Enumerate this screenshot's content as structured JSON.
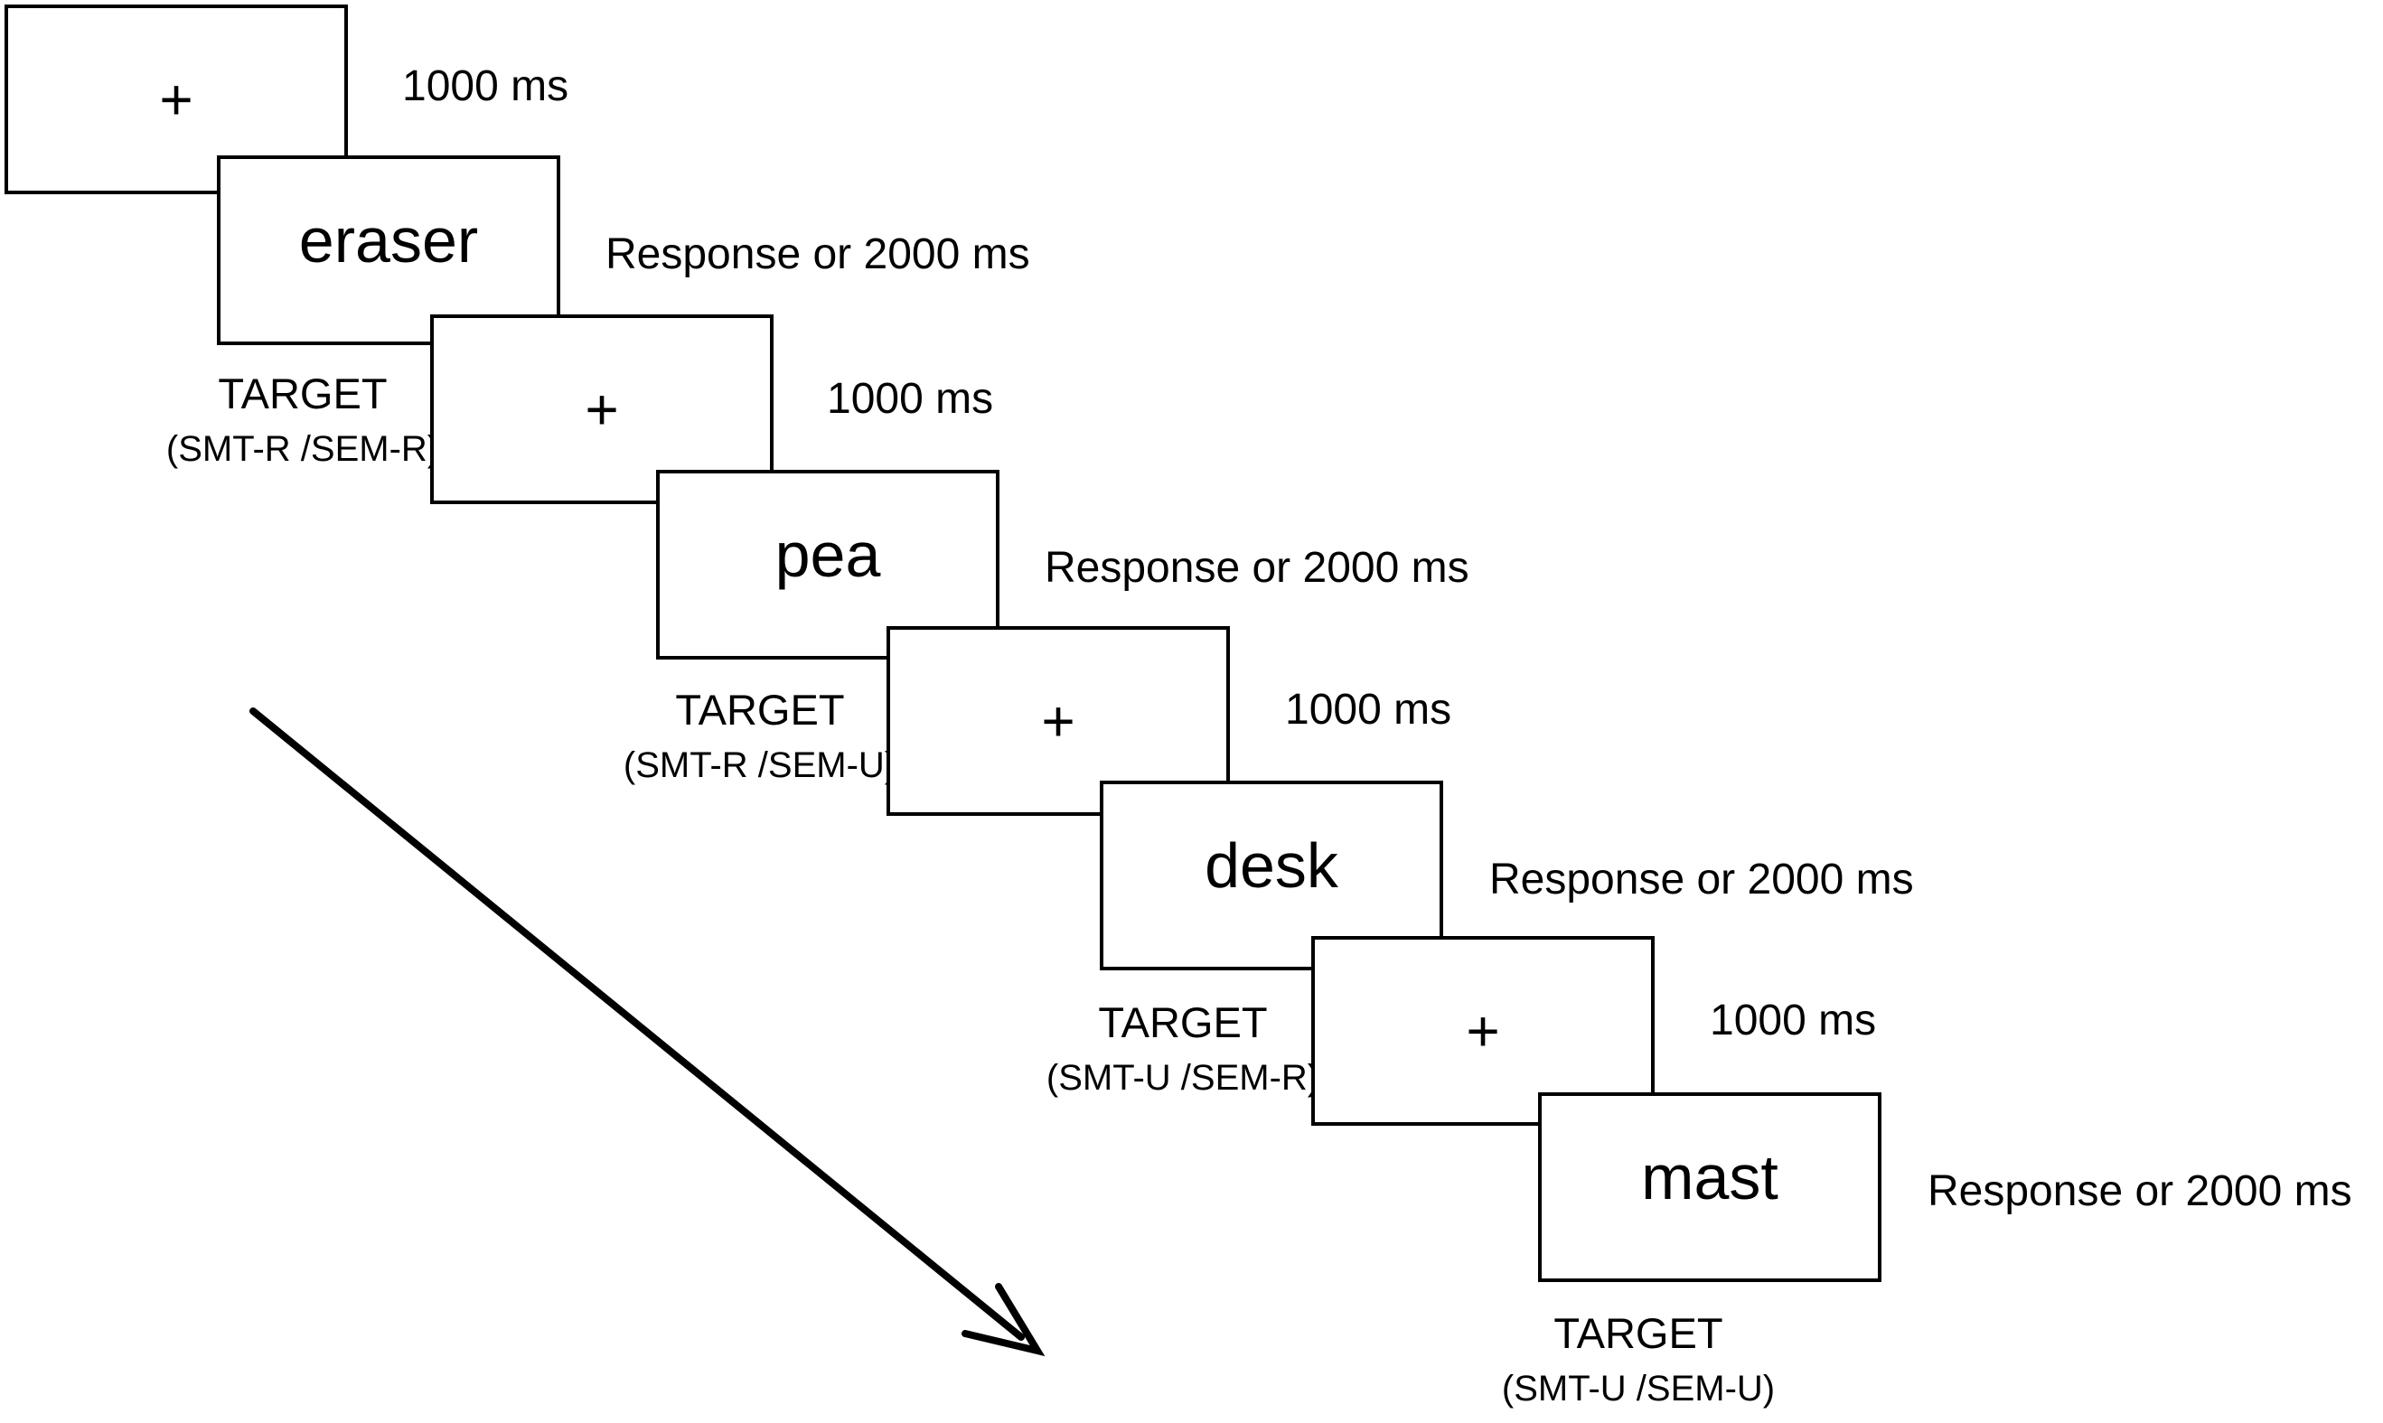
{
  "trial_sequence": [
    {
      "kind": "fixation",
      "symbol": "+",
      "duration": "1000 ms"
    },
    {
      "kind": "target",
      "word": "eraser",
      "duration": "Response  or 2000 ms",
      "label": "TARGET",
      "condition": "(SMT-R /SEM-R)"
    },
    {
      "kind": "fixation",
      "symbol": "+",
      "duration": "1000 ms"
    },
    {
      "kind": "target",
      "word": "pea",
      "duration": "Response  or 2000 ms",
      "label": "TARGET",
      "condition": "(SMT-R /SEM-U)"
    },
    {
      "kind": "fixation",
      "symbol": "+",
      "duration": "1000 ms"
    },
    {
      "kind": "target",
      "word": "desk",
      "duration": "Response  or 2000 ms",
      "label": "TARGET",
      "condition": "(SMT-U /SEM-R)"
    },
    {
      "kind": "fixation",
      "symbol": "+",
      "duration": "1000 ms"
    },
    {
      "kind": "target",
      "word": "mast",
      "duration": "Response  or 2000 ms",
      "label": "TARGET",
      "condition": "(SMT-U /SEM-U)"
    }
  ],
  "time_arrow": {
    "icon": "diagonal-time-arrow-icon",
    "color": "#000000"
  }
}
